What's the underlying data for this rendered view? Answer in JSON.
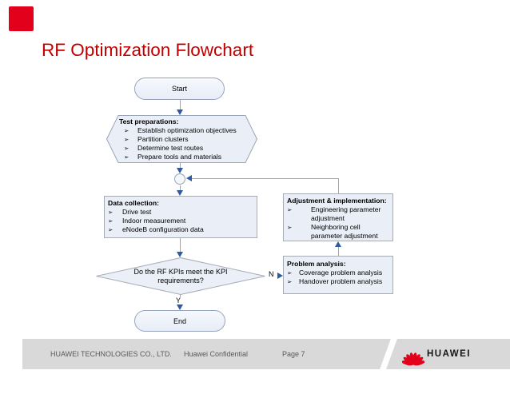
{
  "slide": {
    "title": "RF Optimization Flowchart"
  },
  "colors": {
    "title_red": "#C00000",
    "huawei_red": "#E2001A",
    "footer_gray": "#D9D9D9",
    "arrow_blue": "#2E5AA0",
    "shape_fill": "#E9EEF7"
  },
  "flow": {
    "bullet": "➢",
    "start_label": "Start",
    "end_label": "End",
    "prep": {
      "title": "Test preparations:",
      "items": [
        "Establish optimization objectives",
        "Partition clusters",
        "Determine test routes",
        "Prepare tools and materials"
      ]
    },
    "data": {
      "title": "Data collection:",
      "items": [
        "Drive test",
        "Indoor measurement",
        "eNodeB configuration data"
      ]
    },
    "adjust": {
      "title": "Adjustment & implementation:",
      "items": [
        "Engineering parameter adjustment",
        "Neighboring cell parameter adjustment"
      ]
    },
    "problem": {
      "title": "Problem analysis:",
      "items": [
        "Coverage problem analysis",
        "Handover problem analysis"
      ]
    },
    "decision": {
      "line1": "Do the RF KPIs meet the KPI",
      "line2": "requirements?"
    },
    "no_label": "N",
    "yes_label": "Y"
  },
  "footer": {
    "company": "HUAWEI TECHNOLOGIES CO., LTD.",
    "confidential": "Huawei Confidential",
    "page": "Page 7",
    "logo_text": "HUAWEI"
  }
}
